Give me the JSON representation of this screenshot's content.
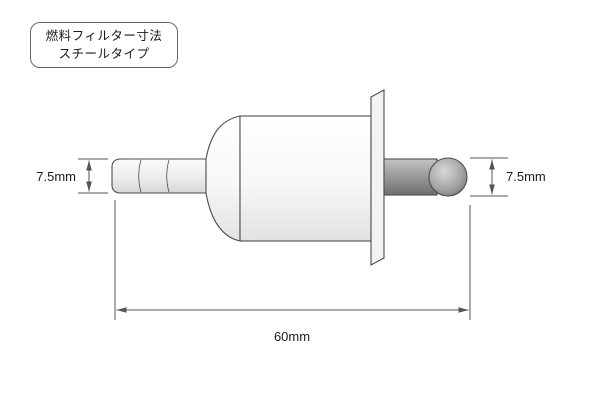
{
  "title_box": {
    "line1": "燃料フィルター寸法",
    "line2": "スチールタイプ"
  },
  "dimensions": {
    "inlet_diameter": "7.5mm",
    "outlet_diameter": "7.5mm",
    "overall_length": "60mm"
  },
  "diagram": {
    "subject": "fuel-filter-steel-type-side-view",
    "colors": {
      "background": "#ffffff",
      "outline": "#4d4d4d",
      "dimension_line": "#555555",
      "body_fill": "#f2f2f2",
      "outlet_fill": "#8f8f8f",
      "text": "#1a1a1a"
    }
  }
}
